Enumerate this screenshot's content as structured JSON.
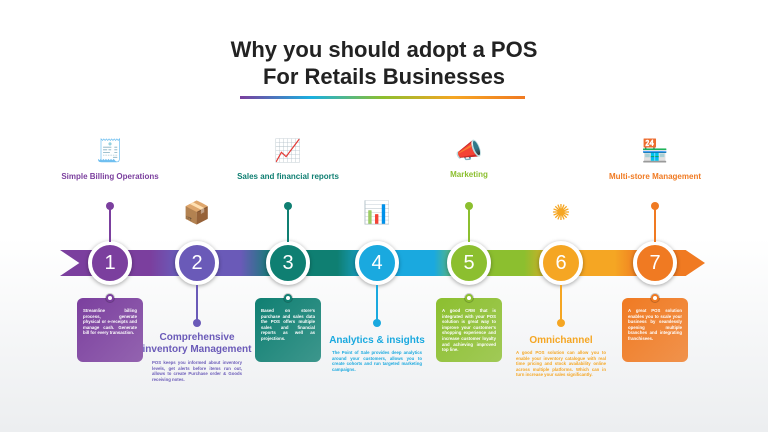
{
  "title": {
    "line1": "Why you should adopt a POS",
    "line2": "For Retails Businesses"
  },
  "colors": [
    "#7b3f9e",
    "#6a5ab8",
    "#0f7f72",
    "#1aa9df",
    "#8cbf2f",
    "#f5a623",
    "#f07a22"
  ],
  "steps": [
    {
      "num": "1",
      "title": "Simple Billing Operations",
      "icon": "bill-icon",
      "text": "Streamline billing process, generate physical or e-receipts and manage cash. Generate bill for every transaction."
    },
    {
      "num": "2",
      "title": "Comprehensive inventory Management",
      "icon": "boxes-icon",
      "text": "POS keeps you informed about inventory levels, get alerts before items run out, allows to create Purchase order & Goods receiving notes."
    },
    {
      "num": "3",
      "title": "Sales and financial reports",
      "icon": "growth-chart-icon",
      "text": "Based on store's purchase and sales data the POS offers multiple sales and financial reports as well as projections."
    },
    {
      "num": "4",
      "title": "Analytics & insights",
      "icon": "analytics-icon",
      "text": "The Point of Sale provides deep analytics around your customers, allows you to create cohorts and run targeted marketing campaigns."
    },
    {
      "num": "5",
      "title": "Marketing",
      "icon": "megaphone-icon",
      "text": "A good CRM that is integrated with your POS solution is great way to improve your customer's shopping experience and increase customer loyalty and achieving improved top line."
    },
    {
      "num": "6",
      "title": "Omnichannel",
      "icon": "network-icon",
      "text": "A good POS solution can allow you to enable your inventory catalogue with real time pricing and stock availability online across multiple platforms. Which can in turn increase your sales significantly."
    },
    {
      "num": "7",
      "title": "Multi-store Management",
      "icon": "store-icon",
      "text": "A great POS solution enables you to scale your business by seamlessly opening multiple branches and integrating franchisees."
    }
  ]
}
